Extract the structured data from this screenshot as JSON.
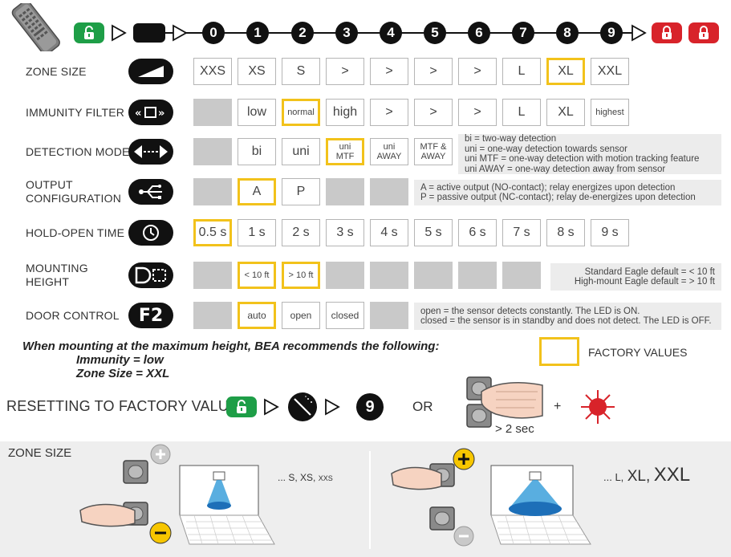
{
  "sequence": {
    "numbers": [
      "0",
      "1",
      "2",
      "3",
      "4",
      "5",
      "6",
      "7",
      "8",
      "9"
    ]
  },
  "rows": [
    {
      "label_lines": [
        "ZONE SIZE"
      ],
      "icon": "zone-size-ramp-icon",
      "cells": [
        {
          "text": "XXS",
          "style": "normal"
        },
        {
          "text": "XS",
          "style": "normal"
        },
        {
          "text": "S",
          "style": "normal"
        },
        {
          "text": ">",
          "style": "normal"
        },
        {
          "text": ">",
          "style": "normal"
        },
        {
          "text": ">",
          "style": "normal"
        },
        {
          "text": ">",
          "style": "normal"
        },
        {
          "text": "L",
          "style": "normal"
        },
        {
          "text": "XL",
          "style": "factory"
        },
        {
          "text": "XXL",
          "style": "normal"
        }
      ]
    },
    {
      "label_lines": [
        "IMMUNITY FILTER"
      ],
      "icon": "immunity-filter-icon",
      "cells": [
        {
          "text": "",
          "style": "grey"
        },
        {
          "text": "low",
          "style": "normal"
        },
        {
          "text": "normal",
          "style": "factory-small"
        },
        {
          "text": "high",
          "style": "normal"
        },
        {
          "text": ">",
          "style": "normal"
        },
        {
          "text": ">",
          "style": "normal"
        },
        {
          "text": ">",
          "style": "normal"
        },
        {
          "text": "L",
          "style": "normal"
        },
        {
          "text": "XL",
          "style": "normal"
        },
        {
          "text": "highest",
          "style": "small"
        }
      ]
    },
    {
      "label_lines": [
        "DETECTION MODE"
      ],
      "icon": "detection-mode-arrows-icon",
      "cells": [
        {
          "text": "",
          "style": "grey"
        },
        {
          "text": "bi",
          "style": "normal"
        },
        {
          "text": "uni",
          "style": "normal"
        },
        {
          "text": "uni\nMTF",
          "style": "factory-small"
        },
        {
          "text": "uni\nAWAY",
          "style": "small"
        },
        {
          "text": "MTF &\nAWAY",
          "style": "small"
        }
      ],
      "note": [
        "bi = two-way detection",
        "uni = one-way detection towards sensor",
        "uni MTF = one-way detection with motion tracking feature",
        "uni AWAY = one-way detection away from sensor"
      ]
    },
    {
      "label_lines": [
        "OUTPUT",
        "CONFIGURATION"
      ],
      "icon": "output-configuration-icon",
      "cells": [
        {
          "text": "",
          "style": "grey"
        },
        {
          "text": "A",
          "style": "factory"
        },
        {
          "text": "P",
          "style": "normal"
        },
        {
          "text": "",
          "style": "grey"
        },
        {
          "text": "",
          "style": "grey"
        }
      ],
      "note": [
        "A = active output (NO-contact); relay energizes upon detection",
        "P = passive output (NC-contact); relay de-energizes upon detection"
      ]
    },
    {
      "label_lines": [
        "HOLD-OPEN TIME"
      ],
      "icon": "clock-icon",
      "cells": [
        {
          "text": "0.5 s",
          "style": "factory"
        },
        {
          "text": "1 s",
          "style": "normal"
        },
        {
          "text": "2 s",
          "style": "normal"
        },
        {
          "text": "3 s",
          "style": "normal"
        },
        {
          "text": "4 s",
          "style": "normal"
        },
        {
          "text": "5 s",
          "style": "normal"
        },
        {
          "text": "6 s",
          "style": "normal"
        },
        {
          "text": "7 s",
          "style": "normal"
        },
        {
          "text": "8 s",
          "style": "normal"
        },
        {
          "text": "9 s",
          "style": "normal"
        }
      ]
    },
    {
      "label_lines": [
        "MOUNTING",
        "HEIGHT"
      ],
      "icon": "mounting-height-icon",
      "cells": [
        {
          "text": "",
          "style": "grey"
        },
        {
          "text": "< 10 ft",
          "style": "factory-tiny"
        },
        {
          "text": "> 10 ft",
          "style": "factory-tiny"
        },
        {
          "text": "",
          "style": "grey"
        },
        {
          "text": "",
          "style": "grey"
        },
        {
          "text": "",
          "style": "grey"
        },
        {
          "text": "",
          "style": "grey"
        },
        {
          "text": "",
          "style": "grey"
        }
      ],
      "note": [
        "Standard Eagle default = < 10 ft",
        "High-mount Eagle default = > 10 ft"
      ]
    },
    {
      "label_lines": [
        "DOOR CONTROL"
      ],
      "icon": "f2-icon",
      "icon_text": "F2",
      "cells": [
        {
          "text": "",
          "style": "grey"
        },
        {
          "text": "auto",
          "style": "factory-tinyfont"
        },
        {
          "text": "open",
          "style": "tinyfont"
        },
        {
          "text": "closed",
          "style": "tinyfont"
        },
        {
          "text": "",
          "style": "grey"
        }
      ],
      "note": [
        "open = the sensor detects constantly. The LED is ON.",
        "closed = the sensor is in standby and does not detect. The LED is OFF."
      ]
    }
  ],
  "recommendation": {
    "line1": "When mounting at the maximum height, BEA recommends the following:",
    "line2": "Immunity = low",
    "line3": "Zone Size = XXL"
  },
  "legend": {
    "factory_label": "FACTORY VALUES"
  },
  "reset": {
    "label": "RESETTING TO FACTORY VALUES:",
    "number": "9",
    "or": "OR",
    "plus": "+",
    "hold": "> 2 sec"
  },
  "zone_panel": {
    "title": "ZONE SIZE",
    "left_caption_prefix": "... S,",
    "left_caption_xs": "XS,",
    "left_caption_xxs": "XXS",
    "right_caption_prefix": "... L,",
    "right_caption_xl": "XL,",
    "right_caption_xxl": "XXL"
  },
  "colors": {
    "factory_yellow": "#f2c21b",
    "unlock_green": "#1e9e47",
    "lock_red": "#d8232a",
    "cone_blue": "#2f9ad8"
  }
}
